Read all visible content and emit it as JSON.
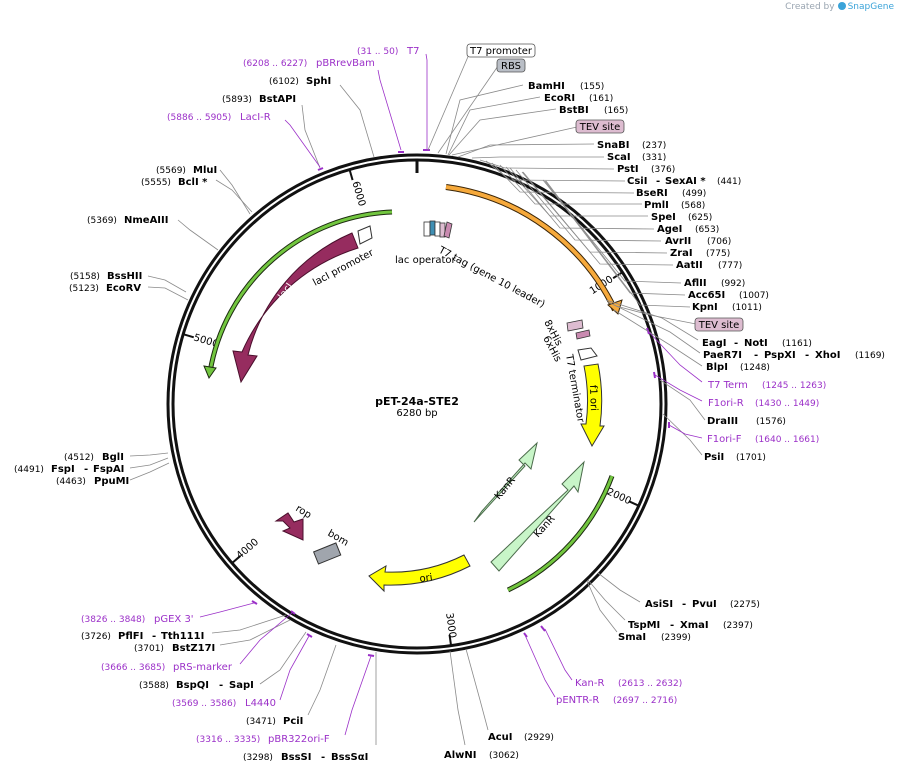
{
  "brand": {
    "created_by": "Created by",
    "name": "SnapGene"
  },
  "map": {
    "name": "pET-24a-STE2",
    "length_label": "6280 bp",
    "total_bp": 6280,
    "ticks": [
      1000,
      2000,
      3000,
      4000,
      5000,
      6000
    ],
    "colors": {
      "enzyme": "#000000",
      "primer": "#9b30c8",
      "lacI": "#962c5f",
      "kanR": "#c8f5c8",
      "ori": "#ffff00",
      "f1ori": "#ffff00",
      "rop": "#962c5f",
      "bom": "#a0a5ad",
      "promoter_green": "#72c63f",
      "orf_orange": "#f6a93b",
      "tev": "#ddbcd0",
      "rbs": "#b9bec6"
    }
  },
  "enzymes": [
    {
      "name": "BamHI",
      "pos": "(155)"
    },
    {
      "name": "EcoRI",
      "pos": "(161)"
    },
    {
      "name": "BstBI",
      "pos": "(165)"
    },
    {
      "name": "SnaBI",
      "pos": "(237)"
    },
    {
      "name": "ScaI",
      "pos": "(331)"
    },
    {
      "name": "PstI",
      "pos": "(376)"
    },
    {
      "name": "CsiI",
      "name2": "SexAI *",
      "pos": "(441)"
    },
    {
      "name": "BseRI",
      "pos": "(499)"
    },
    {
      "name": "PmlI",
      "pos": "(568)"
    },
    {
      "name": "SpeI",
      "pos": "(625)"
    },
    {
      "name": "AgeI",
      "pos": "(653)"
    },
    {
      "name": "AvrII",
      "pos": "(706)"
    },
    {
      "name": "ZraI",
      "pos": "(775)"
    },
    {
      "name": "AatII",
      "pos": "(777)"
    },
    {
      "name": "AflII",
      "pos": "(992)"
    },
    {
      "name": "Acc65I",
      "pos": "(1007)"
    },
    {
      "name": "KpnI",
      "pos": "(1011)"
    },
    {
      "name": "EagI",
      "name2": "NotI",
      "pos": "(1161)"
    },
    {
      "name": "PaeR7I",
      "name2": "PspXI",
      "name3": "XhoI",
      "pos": "(1169)"
    },
    {
      "name": "BlpI",
      "pos": "(1248)"
    },
    {
      "name": "DraIII",
      "pos": "(1576)"
    },
    {
      "name": "PsiI",
      "pos": "(1701)"
    },
    {
      "name": "AsiSI",
      "name2": "PvuI",
      "pos": "(2275)"
    },
    {
      "name": "TspMI",
      "name2": "XmaI",
      "pos": "(2397)"
    },
    {
      "name": "SmaI",
      "pos": "(2399)"
    },
    {
      "name": "AcuI",
      "pos": "(2929)"
    },
    {
      "name": "AlwNI",
      "pos": "(3062)"
    },
    {
      "name": "BssSI",
      "name2": "BssSαI",
      "pos": "(3298)"
    },
    {
      "name": "PciI",
      "pos": "(3471)"
    },
    {
      "name": "BspQI",
      "name2": "SapI",
      "pos": "(3588)"
    },
    {
      "name": "BstZ17I",
      "pos": "(3701)"
    },
    {
      "name": "PflFI",
      "name2": "Tth111I",
      "pos": "(3726)"
    },
    {
      "name": "PpuMI",
      "pos": "(4463)"
    },
    {
      "name": "FspI",
      "name2": "FspAI",
      "pos": "(4491)"
    },
    {
      "name": "BglI",
      "pos": "(4512)"
    },
    {
      "name": "EcoRV",
      "pos": "(5123)"
    },
    {
      "name": "BssHII",
      "pos": "(5158)"
    },
    {
      "name": "NmeAIII",
      "pos": "(5369)"
    },
    {
      "name": "BclI *",
      "pos": "(5555)"
    },
    {
      "name": "MluI",
      "pos": "(5569)"
    },
    {
      "name": "BstAPI",
      "pos": "(5893)"
    },
    {
      "name": "SphI",
      "pos": "(6102)"
    }
  ],
  "primers": [
    {
      "name": "T7",
      "range": "(31 .. 50)"
    },
    {
      "name": "pBRrevBam",
      "range": "(6208 .. 6227)"
    },
    {
      "name": "LacI-R",
      "range": "(5886 .. 5905)"
    },
    {
      "name": "T7 Term",
      "range": "(1245 .. 1263)"
    },
    {
      "name": "F1ori-R",
      "range": "(1430 .. 1449)"
    },
    {
      "name": "F1ori-F",
      "range": "(1640 .. 1661)"
    },
    {
      "name": "Kan-R",
      "range": "(2613 .. 2632)"
    },
    {
      "name": "pENTR-R",
      "range": "(2697 .. 2716)"
    },
    {
      "name": "pBR322ori-F",
      "range": "(3316 .. 3335)"
    },
    {
      "name": "L4440",
      "range": "(3569 .. 3586)"
    },
    {
      "name": "pRS-marker",
      "range": "(3666 .. 3685)"
    },
    {
      "name": "pGEX 3'",
      "range": "(3826 .. 3848)"
    }
  ],
  "boxed_labels": [
    {
      "name": "T7 promoter"
    },
    {
      "name": "RBS"
    },
    {
      "name": "TEV site"
    },
    {
      "name": "TEV site"
    }
  ],
  "features": [
    {
      "name": "lacI"
    },
    {
      "name": "lacI promoter"
    },
    {
      "name": "lac operator"
    },
    {
      "name": "T7 tag (gene 10 leader)"
    },
    {
      "name": "8xHis"
    },
    {
      "name": "6xHis"
    },
    {
      "name": "T7 terminator"
    },
    {
      "name": "f1 ori"
    },
    {
      "name": "KanR"
    },
    {
      "name": "KanR"
    },
    {
      "name": "ori"
    },
    {
      "name": "rop"
    },
    {
      "name": "bom"
    }
  ]
}
